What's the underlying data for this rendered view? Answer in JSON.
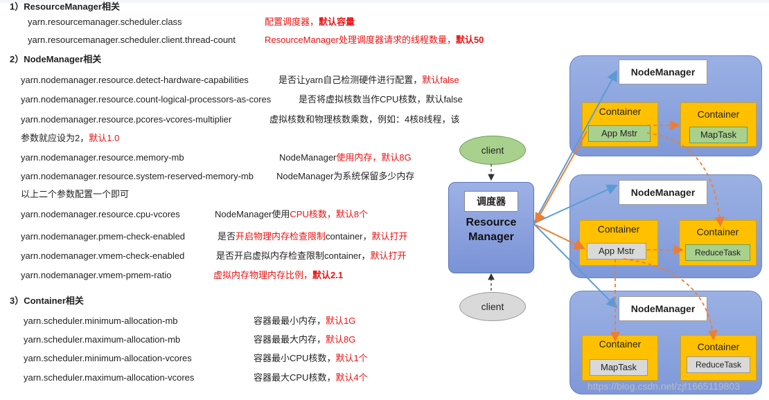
{
  "sections": {
    "rm": {
      "header": "1）ResourceManager相关",
      "rows": [
        {
          "key": "yarn.resourcemanager.scheduler.class",
          "desc_plain": "",
          "desc_red": "配置调度器，",
          "desc_red_bold": "默认容量"
        },
        {
          "key": "yarn.resourcemanager.scheduler.client.thread-count",
          "desc_plain": "",
          "desc_red": "ResourceManager处理调度器请求的线程数量，",
          "desc_red_bold": "默认50"
        }
      ]
    },
    "nm": {
      "header": "2）NodeManager相关",
      "rows": [
        {
          "key": "yarn.nodemanager.resource.detect-hardware-capabilities",
          "desc_plain": "是否让yarn自己检测硬件进行配置，",
          "desc_red": "默认false"
        },
        {
          "key": "yarn.nodemanager.resource.count-logical-processors-as-cores",
          "desc_plain": "是否将虚拟核数当作CPU核数，默认false",
          "desc_red": ""
        },
        {
          "key": "yarn.nodemanager.resource.pcores-vcores-multiplier",
          "desc_plain": "虚拟核数和物理核数乘数，例如：4核8线程，该",
          "desc_red": ""
        },
        {
          "key": "",
          "desc_plain": "参数就应设为2，",
          "desc_red": "默认1.0"
        },
        {
          "key": "yarn.nodemanager.resource.memory-mb",
          "desc_plain": "NodeManager",
          "desc_red": "使用内存，默认8G"
        },
        {
          "key": "yarn.nodemanager.resource.system-reserved-memory-mb",
          "desc_plain": "NodeManager为系统保留多少内存",
          "desc_red": ""
        },
        {
          "key": "",
          "desc_plain": "以上二个参数配置一个即可",
          "desc_red": ""
        },
        {
          "key": "yarn.nodemanager.resource.cpu-vcores",
          "desc_plain": "NodeManager使用",
          "desc_red": "CPU核数，默认8个"
        },
        {
          "key": "yarn.nodemanager.pmem-check-enabled",
          "desc_plain": "是否",
          "desc_red": "开启物理内存检查限制",
          "desc_plain2": "container，",
          "desc_red2": "默认打开"
        },
        {
          "key": "yarn.nodemanager.vmem-check-enabled",
          "desc_plain": "是否开启虚拟内存检查限制container，",
          "desc_red": "默认打开"
        },
        {
          "key": "yarn.nodemanager.vmem-pmem-ratio",
          "desc_plain": "",
          "desc_red": "虚拟内存物理内存比例，",
          "desc_red_bold": "默认2.1"
        }
      ]
    },
    "ct": {
      "header": "3）Container相关",
      "rows": [
        {
          "key": "yarn.scheduler.minimum-allocation-mb",
          "desc_plain": "容器最最小内存，",
          "desc_red": "默认1G"
        },
        {
          "key": "yarn.scheduler.maximum-allocation-mb",
          "desc_plain": "容器最最大内存，",
          "desc_red": "默认8G"
        },
        {
          "key": "yarn.scheduler.minimum-allocation-vcores",
          "desc_plain": "容器最小CPU核数，",
          "desc_red": "默认1个"
        },
        {
          "key": "yarn.scheduler.maximum-allocation-vcores",
          "desc_plain": "容器最大CPU核数，",
          "desc_red": "默认4个"
        }
      ]
    }
  },
  "diagram": {
    "client_top": "client",
    "client_bottom": "client",
    "rm_title": "调度器",
    "rm_label_line1": "Resource",
    "rm_label_line2": "Manager",
    "node_title": "NodeManager",
    "container_label": "Container",
    "node1": {
      "c1_inner": "App Mstr",
      "c2_inner": "MapTask"
    },
    "node2": {
      "c1_inner": "App Mstr",
      "c2_inner": "ReduceTask"
    },
    "node3": {
      "c1_inner": "MapTask",
      "c2_inner": "ReduceTask"
    }
  },
  "watermark": "https://blog.csdn.net/zjf1665119803",
  "colors": {
    "red": "#ee1111",
    "panel_blue": "#8aa2dc",
    "container_orange": "#ffc000",
    "arrow_blue": "#5b9bd5",
    "arrow_orange": "#ed7d31"
  }
}
